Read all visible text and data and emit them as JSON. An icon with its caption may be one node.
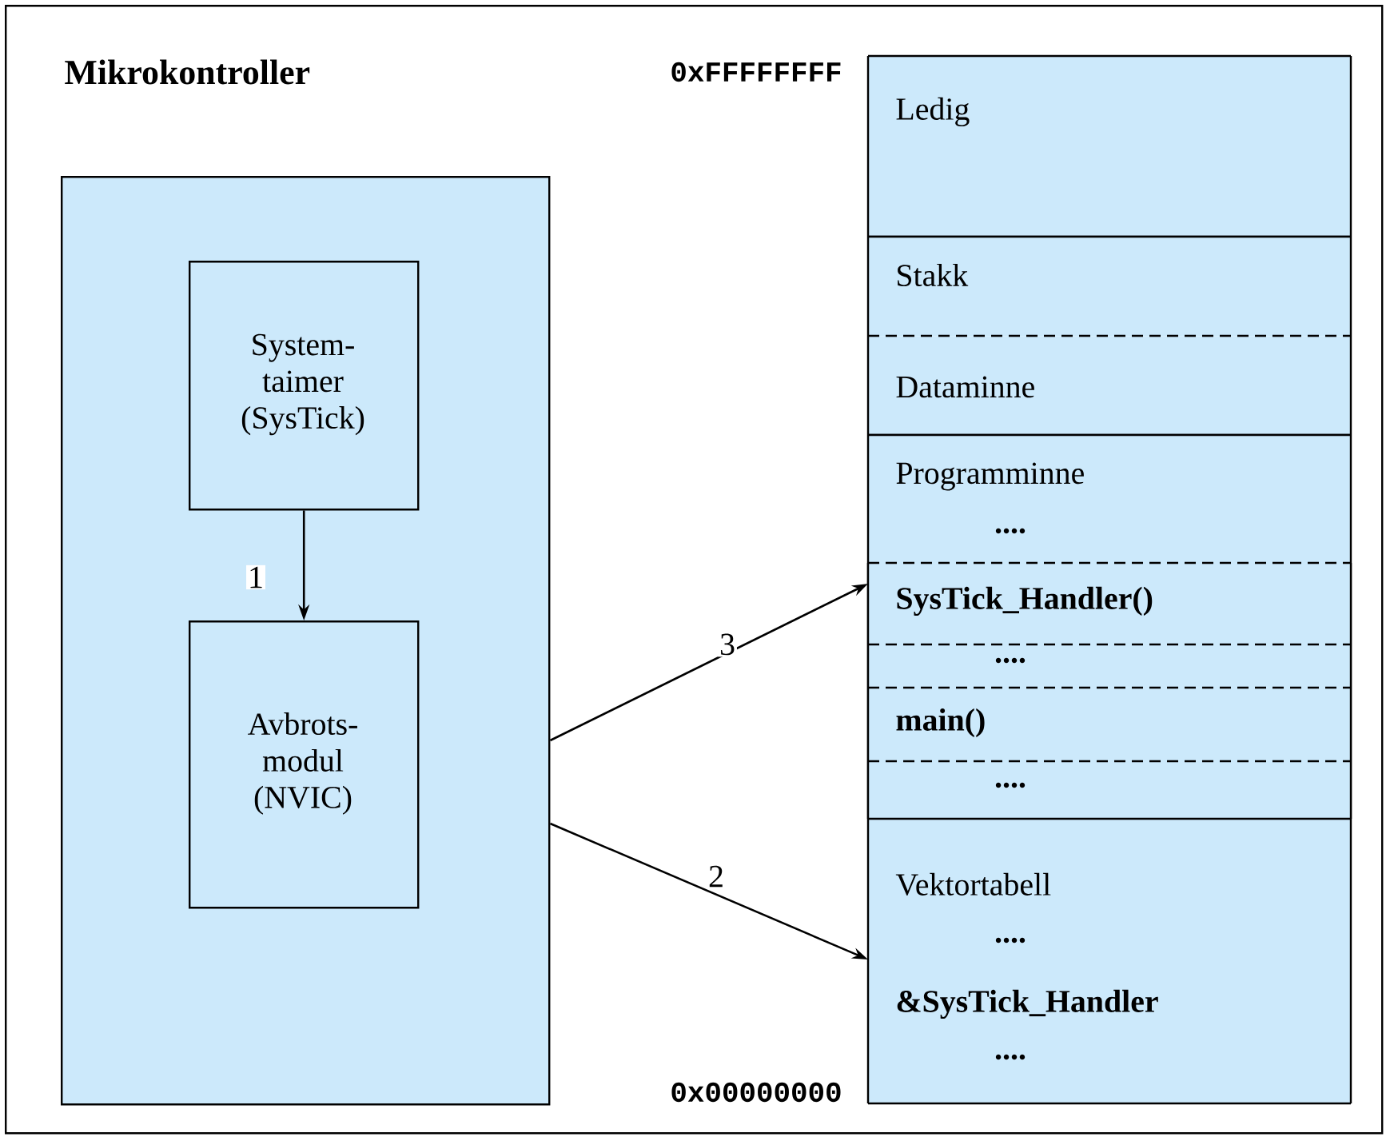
{
  "diagram": {
    "nodes": [
      {
        "text": [
          "Mikrokontroller"
        ]
      },
      {
        "text": [],
        "shape": "box",
        "in": 0
      },
      {
        "text": [
          "System-taimer (SysTick)"
        ],
        "in": 1
      },
      {
        "text": [
          "Avbrots-modul (NVIC)"
        ],
        "in": 1
      },
      {
        "text": [
          "Ledig"
        ],
        "in": 0
      },
      {
        "text": [
          "Stakk"
        ],
        "in": 0
      },
      {
        "text": [
          "Dataminne"
        ],
        "in": 0
      },
      {
        "text": [
          "Programminne",
          "...."
        ],
        "in": 0
      },
      {
        "text": [
          "SysTick_Handler()"
        ],
        "in": 7
      },
      {
        "text": [
          "...."
        ],
        "in": 7
      },
      {
        "text": [
          "main()"
        ],
        "in": 7
      },
      {
        "text": [
          "...."
        ],
        "in": 7
      },
      {
        "text": [
          "Vektortabell",
          "....",
          "&SysTick_Handler",
          "...."
        ],
        "in": 0
      }
    ],
    "edges": [
      {
        "from": 2,
        "to": 3,
        "arrow": "to",
        "label": "1"
      },
      {
        "from": 1,
        "to": 12,
        "arrow": "to",
        "label": "2"
      },
      {
        "from": 1,
        "to": 8,
        "arrow": "to",
        "label": "3"
      }
    ],
    "labels": [
      "0xFFFFFFFF",
      "0x00000000"
    ]
  }
}
